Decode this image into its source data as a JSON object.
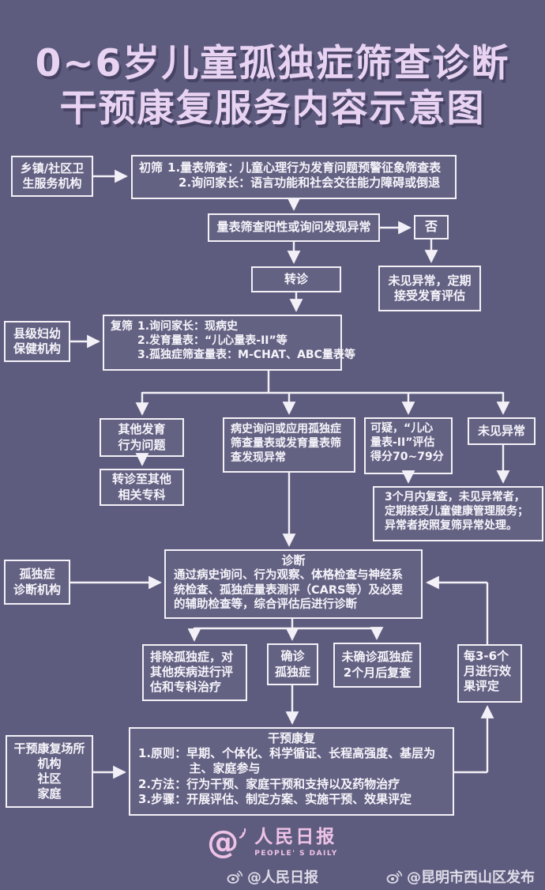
{
  "colors": {
    "background": "#5e5c7e",
    "box_border": "#f3f1f7",
    "box_text": "#f6f4fa",
    "title_text": "#e9d3f3",
    "title_shadow": "#474364",
    "logo_pink": "#efc3e7"
  },
  "title": {
    "line1": "0~6岁儿童孤独症筛查诊断",
    "line2": "干预康复服务内容示意图"
  },
  "nodes": {
    "org_township": "乡镇/社区卫生服务机构",
    "initial_screen": {
      "label": "初筛",
      "item1": "1.量表筛查：儿童心理行为发育问题预警征象筛查表",
      "item2": "2.询问家长：语言功能和社会交往能力障碍或倒退"
    },
    "positive": "量表筛查阳性或询问发现异常",
    "no": "否",
    "referral": "转诊",
    "no_abnormal_periodic": {
      "line1": "未见异常，定期",
      "line2": "接受发育评估"
    },
    "org_county": {
      "line1": "县级妇幼",
      "line2": "保健机构"
    },
    "rescreen": {
      "label": "复筛",
      "item1": "1.询问家长：现病史",
      "item2": "2.发育量表：“儿心量表-II”等",
      "item3": "3.孤独症筛查量表：M-CHAT、ABC量表等"
    },
    "other_dev": {
      "line1": "其他发育",
      "line2": "行为问题"
    },
    "refer_other": {
      "line1": "转诊至其他",
      "line2": "相关专科"
    },
    "history_abnormal": "病史询问或应用孤独症筛查量表或发育量表筛查发现异常",
    "suspicious": {
      "line1": "可疑，“儿心",
      "line2": "量表-II”评估",
      "line3": "得分70~79分"
    },
    "no_abnormal": "未见异常",
    "recheck_3m": "3个月内复查，未见异常者，定期接受儿童健康管理服务；异常者按照复筛异常处理。",
    "org_diagnosis": {
      "line1": "孤独症",
      "line2": "诊断机构"
    },
    "diagnosis": {
      "label": "诊断",
      "body": "通过病史询问、行为观察、体格检查与神经系统检查、孤独症量表测评（CARS等）及必要的辅助检查等，综合评估后进行诊断"
    },
    "exclude": "排除孤独症，对其他疾病进行评估和专科治疗",
    "confirmed": {
      "line1": "确诊",
      "line2": "孤独症"
    },
    "unconfirmed": {
      "line1": "未确诊孤独症",
      "line2": "2个月后复查"
    },
    "eval_3_6m": "每3-6个月进行效果评定",
    "intervention": {
      "label": "干预康复",
      "item1": "1.原则：早期、个体化、科学循证、长程高强度、基层为主、家庭参与",
      "item2": "2.方法：行为干预、家庭干预和支持以及药物治疗",
      "item3": "3.步骤：开展评估、制定方案、实施干预、效果评定"
    },
    "org_intervention": {
      "line1": "干预康复场所",
      "line2": "机构",
      "line3": "社区",
      "line4": "家庭"
    }
  },
  "footer": {
    "logo": {
      "at": "@",
      "cn": "人民日报",
      "en": "PEOPLE' S DAILY"
    },
    "weibo_left": "@人民日报",
    "weibo_right": "@昆明市西山区发布"
  }
}
